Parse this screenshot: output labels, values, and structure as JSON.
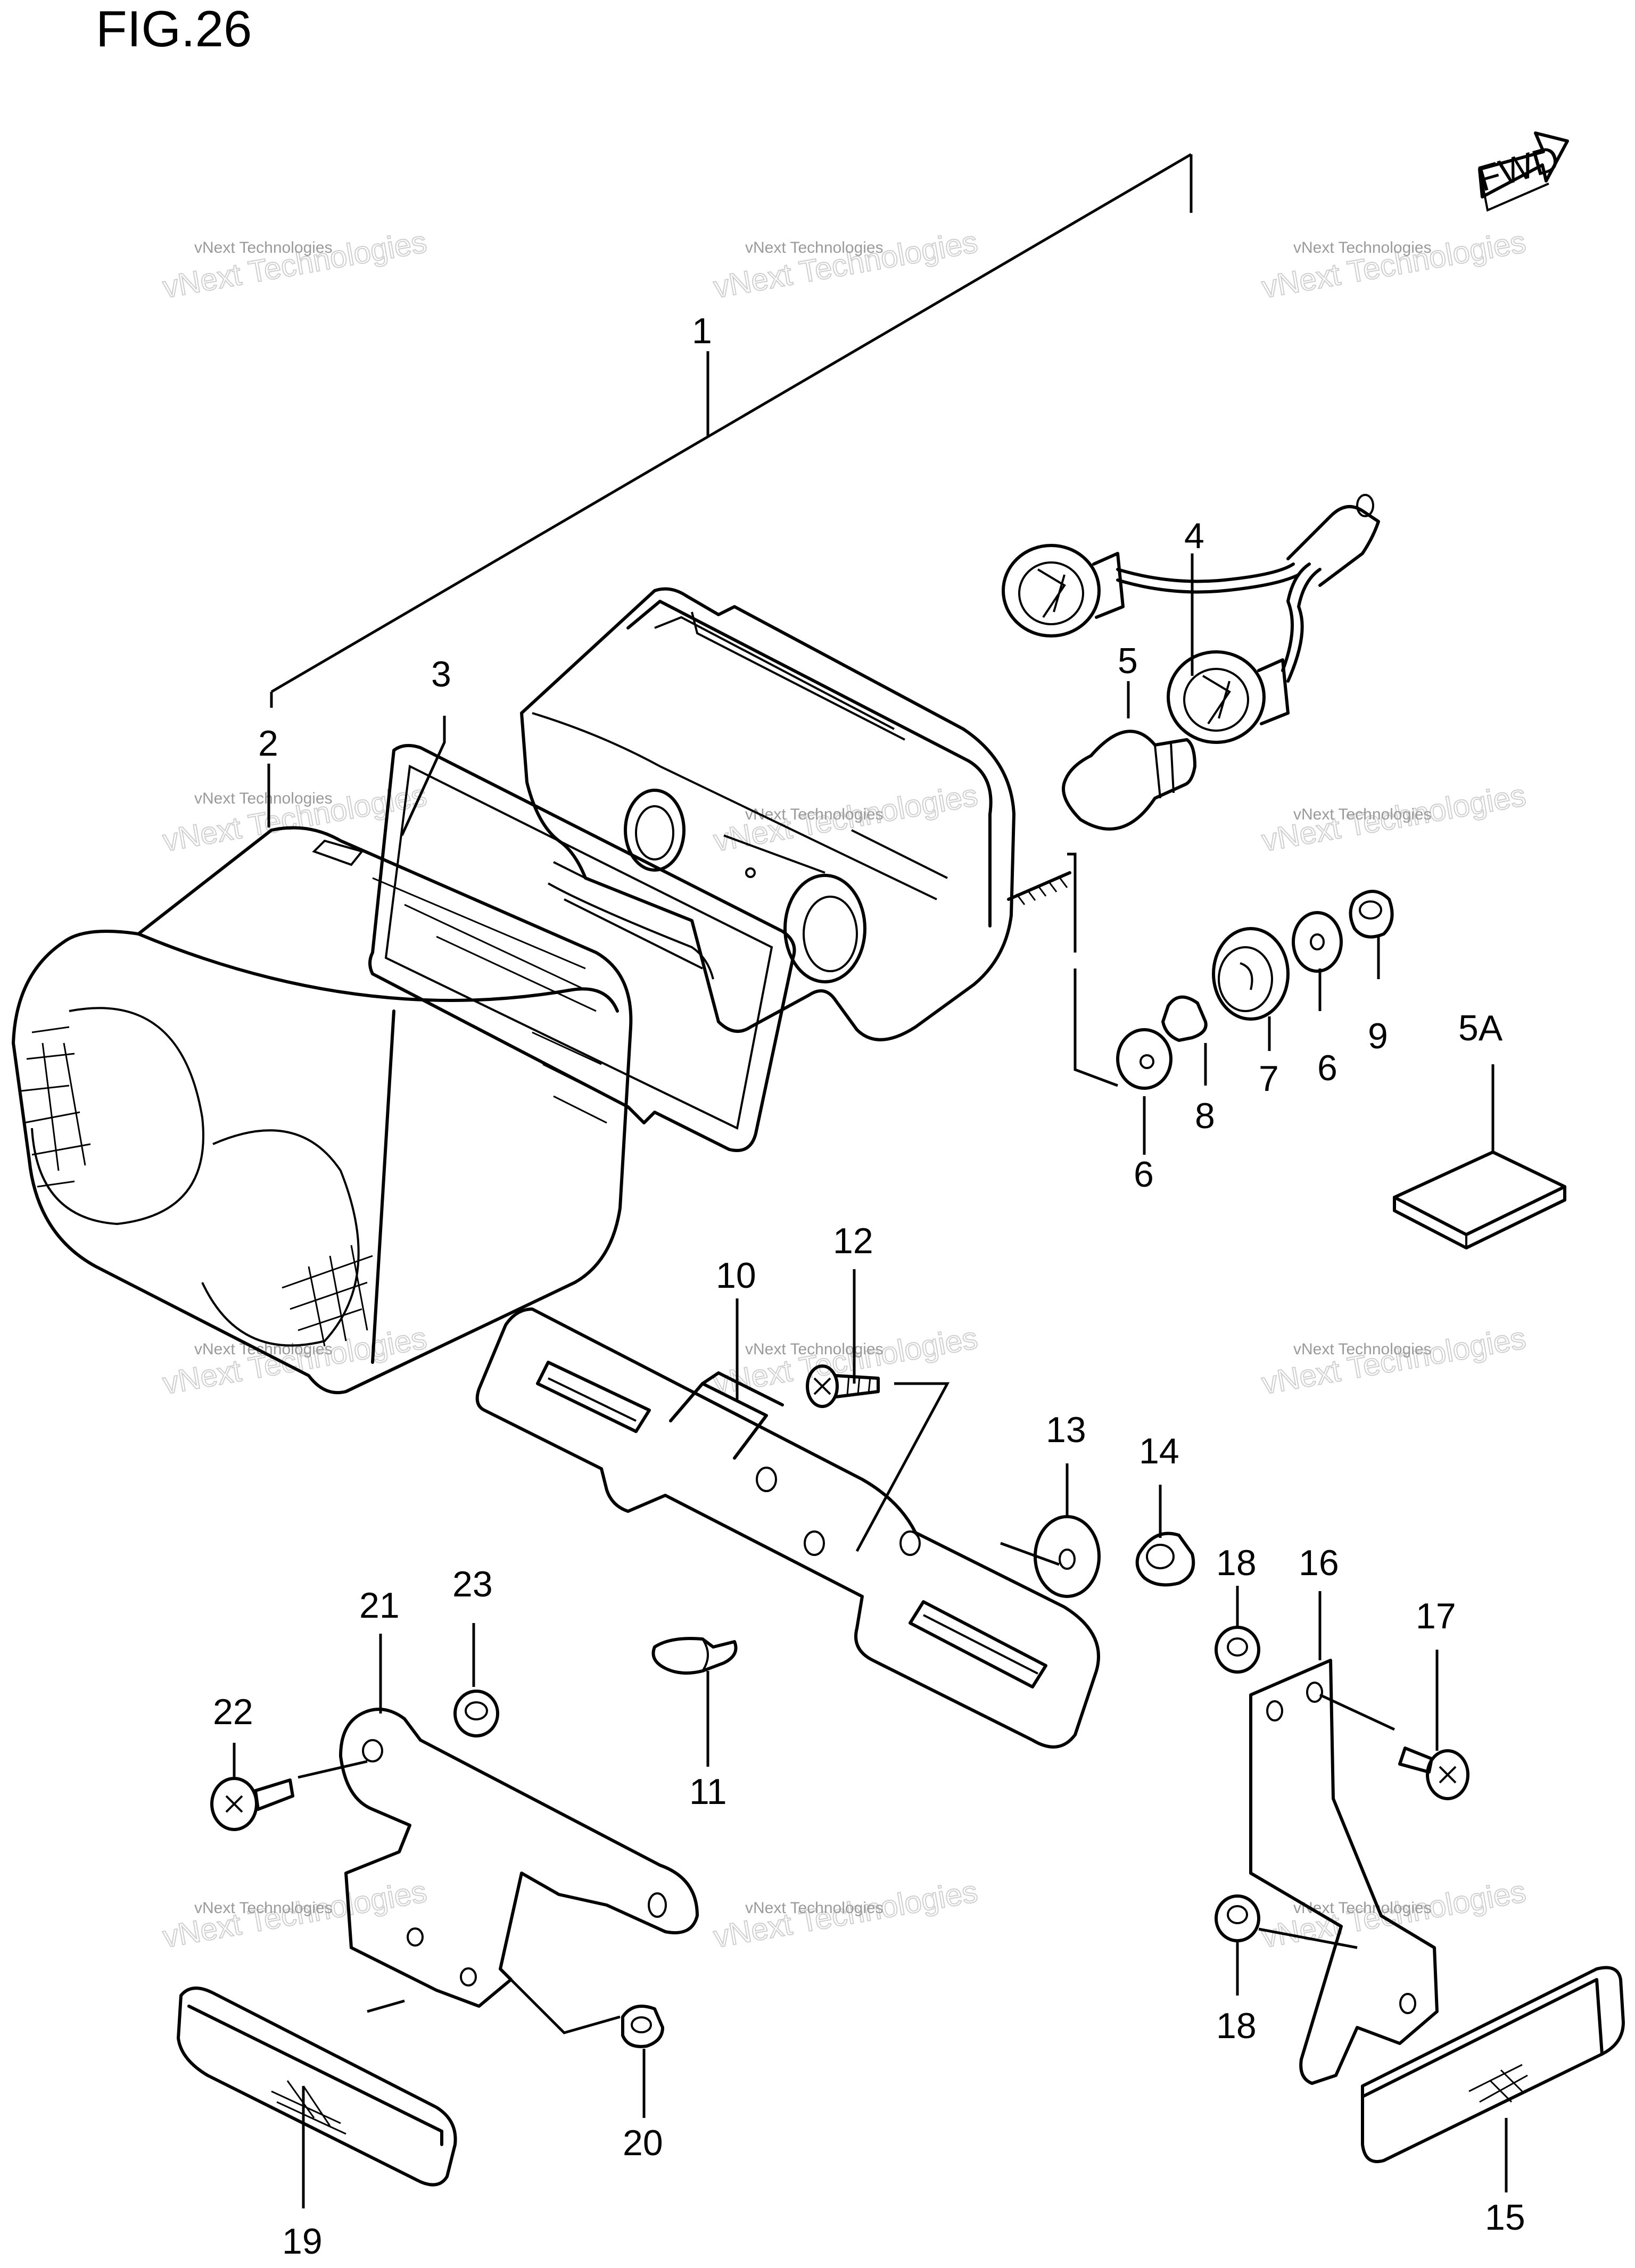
{
  "figure_title": "FIG.26",
  "fwd_label": "FWD",
  "watermark": {
    "small": "vNext Technologies",
    "big": "vNext Technologies"
  },
  "callouts": [
    "1",
    "2",
    "3",
    "4",
    "5",
    "5A",
    "6",
    "6",
    "7",
    "8",
    "9",
    "10",
    "11",
    "12",
    "13",
    "14",
    "15",
    "16",
    "17",
    "18",
    "18",
    "19",
    "20",
    "21",
    "22",
    "23"
  ]
}
